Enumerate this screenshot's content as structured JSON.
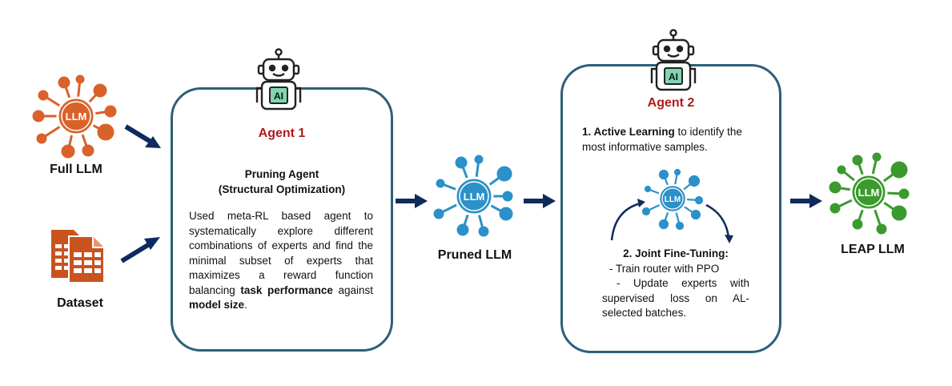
{
  "inputs": {
    "full_llm_label": "Full LLM",
    "dataset_label": "Dataset",
    "llm_icon_text": "LLM"
  },
  "agent1": {
    "robot_badge": "AI",
    "title": "Agent 1",
    "subtitle_line1": "Pruning Agent",
    "subtitle_line2": "(Structural Optimization)",
    "desc_part1": "Used meta-RL based agent to systematically explore different combinations of experts and find the minimal subset of experts that maximizes a reward function balancing ",
    "desc_bold1": "task performance",
    "desc_part2": " against ",
    "desc_bold2": "model size",
    "desc_part3": "."
  },
  "pruned": {
    "label": "Pruned LLM",
    "icon_text": "LLM"
  },
  "agent2": {
    "robot_badge": "AI",
    "title": "Agent 2",
    "step1_bold": "1. Active Learning",
    "step1_rest": " to identify the most informative samples.",
    "loop_icon_text": "LLM",
    "step2_title": "2. Joint Fine-Tuning:",
    "step2_item1": "- Train router with PPO",
    "step2_item2": "- Update experts with supervised loss on AL-selected batches."
  },
  "output": {
    "label": "LEAP LLM",
    "icon_text": "LLM"
  },
  "colors": {
    "full_llm": "#d9622b",
    "dataset": "#c9531f",
    "pruned_llm": "#2b91c9",
    "leap_llm": "#3b9a2e",
    "arrow": "#0e2a5e",
    "box_border": "#2d6079",
    "agent_title": "#b01a1a",
    "robot_chip": "#7fd6b0"
  }
}
